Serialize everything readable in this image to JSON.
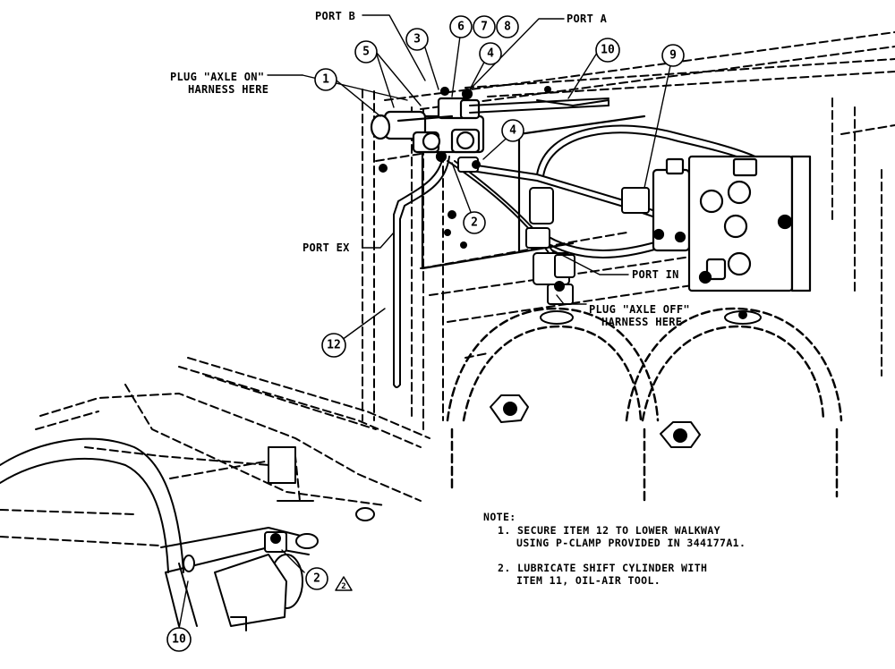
{
  "labels": {
    "port_b": "PORT B",
    "port_a": "PORT A",
    "port_ex": "PORT EX",
    "port_in": "PORT IN",
    "plug_on_line1": "PLUG \"AXLE ON\"",
    "plug_on_line2": "HARNESS HERE",
    "plug_off_line1": "PLUG \"AXLE OFF\"",
    "plug_off_line2": "HARNESS HERE"
  },
  "callouts": {
    "c1": "1",
    "c2a": "2",
    "c2b": "2",
    "c3": "3",
    "c4a": "4",
    "c4b": "4",
    "c5": "5",
    "c6": "6",
    "c7": "7",
    "c8": "8",
    "c9": "9",
    "c10a": "10",
    "c10b": "10",
    "c12": "12"
  },
  "note_flag": "2",
  "notes": {
    "heading": "NOTE:",
    "n1_line1": "1. SECURE ITEM 12 TO LOWER WALKWAY",
    "n1_line2": "USING P-CLAMP PROVIDED IN 344177A1.",
    "n2_line1": "2. LUBRICATE SHIFT CYLINDER WITH",
    "n2_line2": "ITEM 11, OIL-AIR TOOL."
  }
}
